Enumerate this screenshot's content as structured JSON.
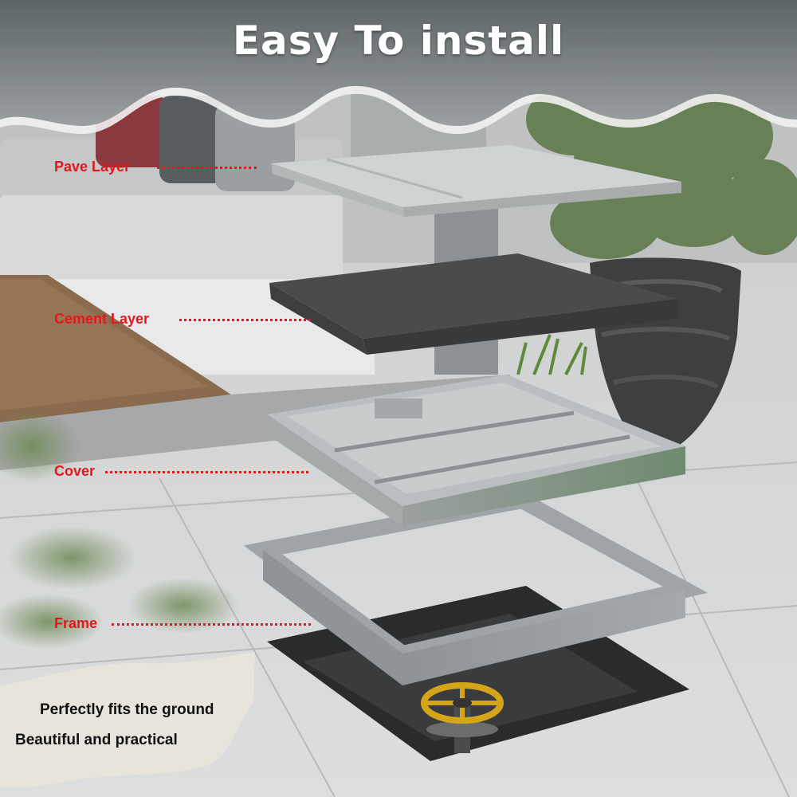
{
  "title": "Easy To install",
  "layers": [
    {
      "id": "pave",
      "label": "Pave Layer"
    },
    {
      "id": "cement",
      "label": "Cement Layer"
    },
    {
      "id": "cover",
      "label": "Cover"
    },
    {
      "id": "frame",
      "label": "Frame"
    }
  ],
  "captions": {
    "line1": "Perfectly fits the ground",
    "line2": "Beautiful and practical"
  },
  "colors": {
    "label_red": "#e3181f",
    "title_white": "#ffffff",
    "banner_gray": "#6f7577",
    "caption_text": "#111111"
  }
}
